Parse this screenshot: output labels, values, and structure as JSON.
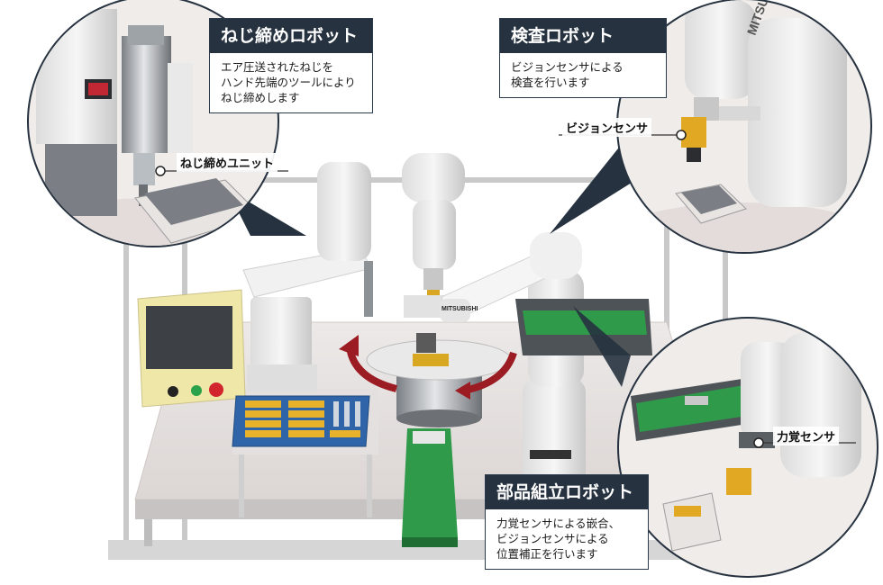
{
  "callouts": {
    "screw_robot": {
      "title": "ねじ締めロボット",
      "lines": [
        "エア圧送されたねじを",
        "ハンド先端のツールにより",
        "ねじ締めします"
      ]
    },
    "inspection_robot": {
      "title": "検査ロボット",
      "lines": [
        "ビジョンセンサによる",
        "検査を行います"
      ]
    },
    "assembly_robot": {
      "title": "部品組立ロボット",
      "lines": [
        "力覚センサによる嵌合、",
        "ビジョンセンサによる",
        "位置補正を行います"
      ]
    }
  },
  "labels": {
    "screw_unit": "ねじ締めユニット",
    "vision_sensor": "ビジョンセンサ",
    "force_sensor": "力覚センサ"
  },
  "brand": {
    "logo_text": "MITSUBISHI",
    "logo_text_short": "MITSU"
  },
  "colors": {
    "dark_navy": "#26323f",
    "conveyor_green": "#2f9a4a",
    "tray_blue": "#2f64a8",
    "part_yellow": "#e8b22a",
    "arrow_red": "#9b1c22",
    "brand_red": "#d0202e"
  }
}
